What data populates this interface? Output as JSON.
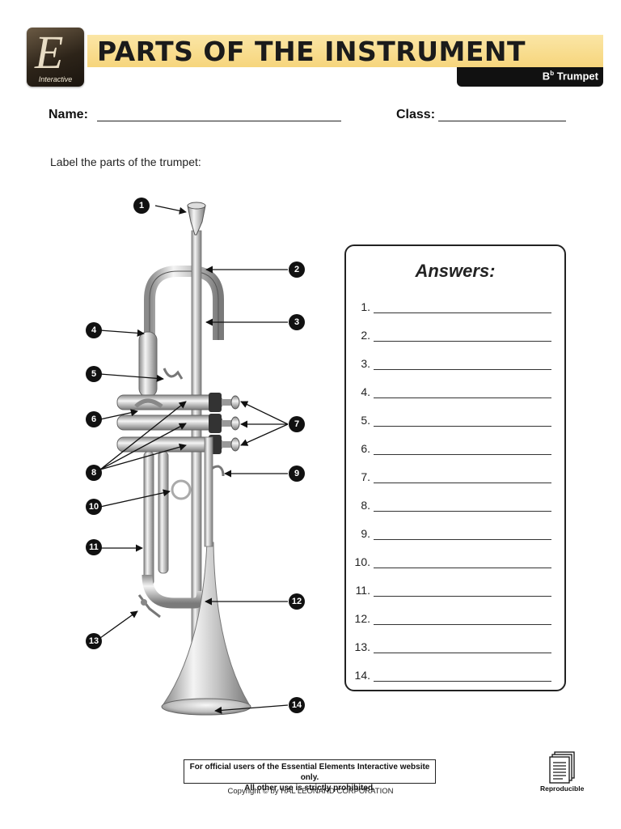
{
  "header": {
    "logo_text": "Interactive",
    "title": "PARTS OF THE INSTRUMENT",
    "subtitle_flat": "b",
    "subtitle_prefix": "B",
    "subtitle_instrument": "Trumpet",
    "colors": {
      "title_band": "#f6d57c",
      "subtitle_band": "#111111",
      "logo": "#2d2419"
    }
  },
  "form": {
    "name_label": "Name:",
    "class_label": "Class:"
  },
  "instructions": "Label the parts of the trumpet:",
  "diagram": {
    "image": "silver-trumpet-illustration",
    "callouts": [
      "1",
      "2",
      "3",
      "4",
      "5",
      "6",
      "7",
      "8",
      "9",
      "10",
      "11",
      "12",
      "13",
      "14"
    ]
  },
  "answers": {
    "title": "Answers:",
    "items": [
      "1.",
      "2.",
      "3.",
      "4.",
      "5.",
      "6.",
      "7.",
      "8.",
      "9.",
      "10.",
      "11.",
      "12.",
      "13.",
      "14."
    ]
  },
  "footer": {
    "notice_line1": "For official users of the Essential Elements Interactive website only.",
    "notice_line2": "All other use is strictly prohibited.",
    "copyright": "Copyright © by HAL LEONARD CORPORATION",
    "reproducible": "Reproducible",
    "reproducible_icon": "document-stack-icon"
  }
}
